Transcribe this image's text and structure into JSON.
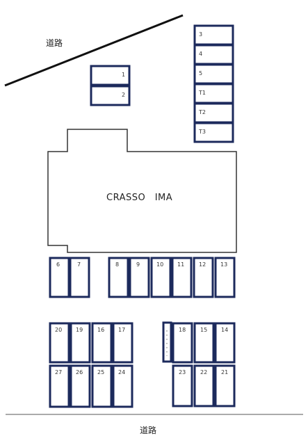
{
  "roads": {
    "top_label": "道路",
    "bottom_label": "道路"
  },
  "building": {
    "label": "CRASSO　IMA"
  },
  "slots": {
    "s1": "1",
    "s2": "2",
    "s3": "3",
    "s4": "4",
    "s5": "5",
    "t1": "T1",
    "t2": "T2",
    "t3": "T3",
    "s6": "6",
    "s7": "7",
    "s8": "8",
    "s9": "9",
    "s10": "10",
    "s11": "11",
    "s12": "12",
    "s13": "13",
    "s14": "14",
    "s15": "15",
    "s16": "16",
    "s17": "17",
    "s18": "18",
    "s19": "19",
    "s20": "20",
    "s21": "21",
    "s22": "22",
    "s23": "23",
    "s24": "24",
    "s25": "25",
    "s26": "26",
    "s27": "27"
  },
  "colors": {
    "slot_border": "#1c2a5c",
    "building_outline": "#333333"
  }
}
